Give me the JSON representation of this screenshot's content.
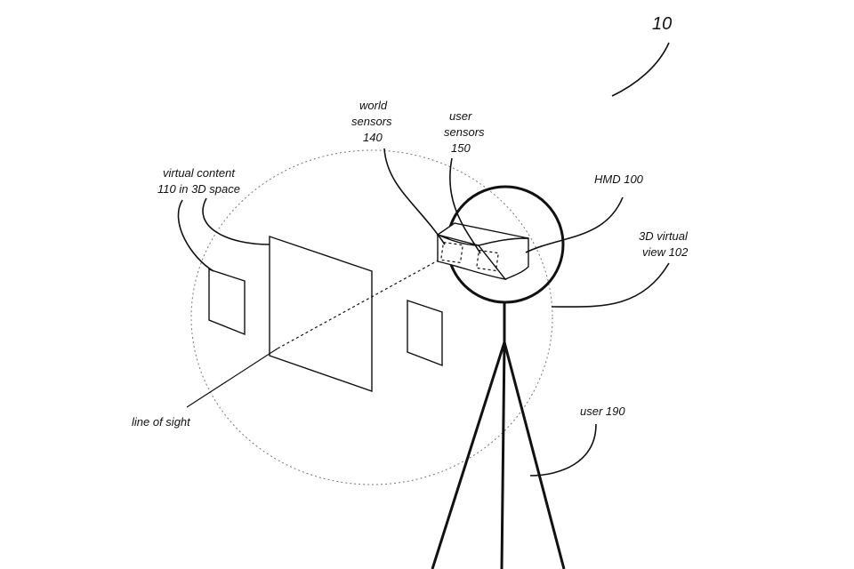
{
  "figure": {
    "number": "10",
    "labels": {
      "virtual_content_line1": "virtual content",
      "virtual_content_line2": "110 in 3D space",
      "world_sensors_line1": "world",
      "world_sensors_line2": "sensors",
      "world_sensors_line3": "140",
      "user_sensors_line1": "user",
      "user_sensors_line2": "sensors",
      "user_sensors_line3": "150",
      "hmd": "HMD 100",
      "virtual_view_line1": "3D virtual",
      "virtual_view_line2": "view 102",
      "line_of_sight": "line of sight",
      "user": "user 190"
    }
  }
}
